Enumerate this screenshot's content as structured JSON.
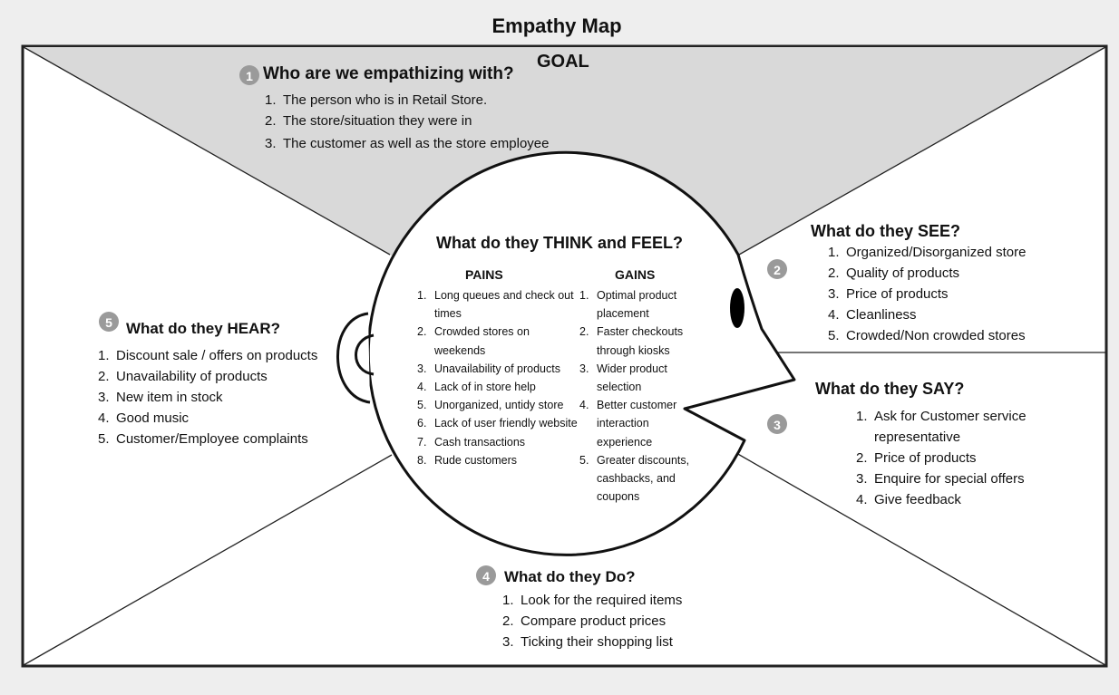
{
  "title": "Empathy Map",
  "goal": "GOAL",
  "who": {
    "badge": "1",
    "heading": "Who are we empathizing with?",
    "items": [
      {
        "n": "1.",
        "text": "The person who is in Retail Store."
      },
      {
        "n": "2.",
        "text": "The store/situation they were in"
      },
      {
        "n": "3.",
        "text": "The customer as well as the store employee"
      }
    ]
  },
  "see": {
    "badge": "2",
    "heading": "What do they SEE?",
    "items": [
      {
        "n": "1.",
        "text": "Organized/Disorganized store"
      },
      {
        "n": "2.",
        "text": "Quality of products"
      },
      {
        "n": "3.",
        "text": "Price of products"
      },
      {
        "n": "4.",
        "text": "Cleanliness"
      },
      {
        "n": "5.",
        "text": "Crowded/Non crowded stores"
      }
    ]
  },
  "say": {
    "badge": "3",
    "heading": "What do they SAY?",
    "items": [
      {
        "n": "1.",
        "text": "Ask for Customer service representative"
      },
      {
        "n": "2.",
        "text": "Price of products"
      },
      {
        "n": "3.",
        "text": "Enquire for special offers"
      },
      {
        "n": "4.",
        "text": "Give feedback"
      }
    ]
  },
  "do": {
    "badge": "4",
    "heading": "What do they Do?",
    "items": [
      {
        "n": "1.",
        "text": "Look for the required items"
      },
      {
        "n": "2.",
        "text": "Compare product prices"
      },
      {
        "n": "3.",
        "text": "Ticking their shopping list"
      }
    ]
  },
  "hear": {
    "badge": "5",
    "heading": "What do they HEAR?",
    "items": [
      {
        "n": "1.",
        "text": "Discount sale / offers on products"
      },
      {
        "n": "2.",
        "text": "Unavailability of products"
      },
      {
        "n": "3.",
        "text": "New item in stock"
      },
      {
        "n": "4.",
        "text": "Good music"
      },
      {
        "n": "5.",
        "text": "Customer/Employee complaints"
      }
    ]
  },
  "think": {
    "heading": "What do they THINK and FEEL?",
    "pains_label": "PAINS",
    "gains_label": "GAINS",
    "pains": [
      {
        "n": "1.",
        "text": "Long queues and check out times"
      },
      {
        "n": "2.",
        "text": "Crowded stores on weekends"
      },
      {
        "n": "3.",
        "text": "Unavailability of products"
      },
      {
        "n": "4.",
        "text": "Lack of in store help"
      },
      {
        "n": "5.",
        "text": "Unorganized, untidy store"
      },
      {
        "n": "6.",
        "text": "Lack of user friendly website"
      },
      {
        "n": "7.",
        "text": "Cash transactions"
      },
      {
        "n": "8.",
        "text": "Rude customers"
      }
    ],
    "gains": [
      {
        "n": "1.",
        "text": "Optimal product placement"
      },
      {
        "n": "2.",
        "text": "Faster checkouts through kiosks"
      },
      {
        "n": "3.",
        "text": "Wider product selection"
      },
      {
        "n": "4.",
        "text": "Better customer interaction experience"
      },
      {
        "n": "5.",
        "text": "Greater discounts, cashbacks, and coupons"
      }
    ]
  },
  "colors": {
    "background": "#eeeeee",
    "panel": "#ffffff",
    "goal_band": "#d9d9d9",
    "badge": "#9a9a9a",
    "line": "#222222"
  }
}
